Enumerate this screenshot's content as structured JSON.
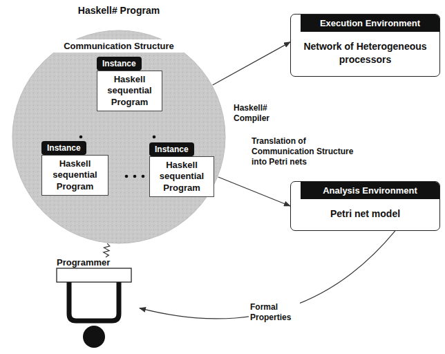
{
  "diagram": {
    "nodes": [
      {
        "text": [
          "Haskell# Program",
          "Communication Structure"
        ]
      },
      {
        "text": [
          "Instance",
          "Haskell sequential Program"
        ],
        "in": 0
      },
      {
        "text": [
          "Instance",
          "Haskell sequential Program"
        ],
        "in": 0
      },
      {
        "text": [
          "Instance",
          "Haskell sequential Program"
        ],
        "in": 0
      },
      {
        "text": [
          "Execution Environment",
          "Network of Heterogeneous processors"
        ]
      },
      {
        "text": [
          "Analysis Environment",
          "Petri net model"
        ]
      },
      {
        "text": [
          "Programmer"
        ]
      }
    ],
    "edges": [
      {
        "from": 0,
        "to": 4,
        "label": "Haskell# Compiler",
        "arrow": "to"
      },
      {
        "from": 0,
        "to": 5,
        "label": "Translation of Communication Structure into Petri nets",
        "arrow": "to"
      },
      {
        "from": 5,
        "to": 6,
        "label": "Formal Properties",
        "arrow": "to"
      },
      {
        "from": 6,
        "to": 0,
        "arrow": "none"
      }
    ]
  }
}
